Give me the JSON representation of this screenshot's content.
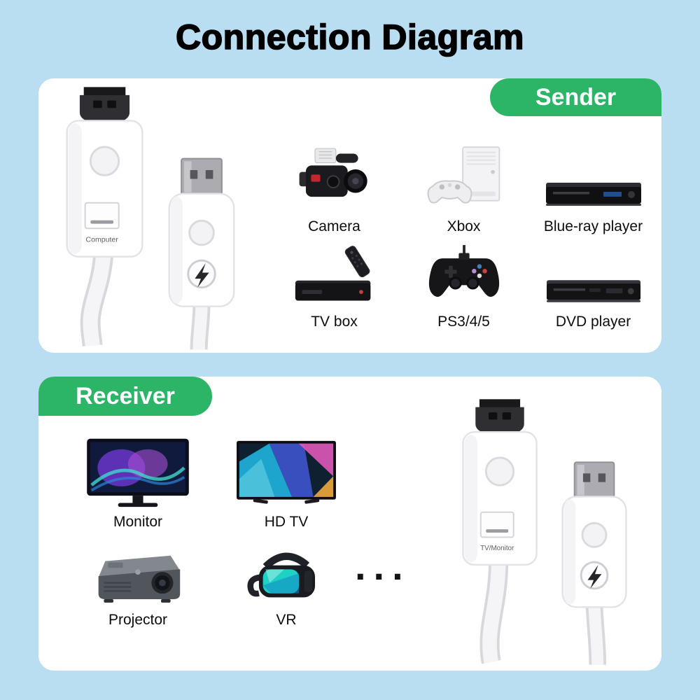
{
  "title": "Connection Diagram",
  "colors": {
    "background": "#b9def2",
    "card": "#ffffff",
    "accent_green": "#2cb567"
  },
  "sender": {
    "badge": "Sender",
    "dongle_label": "Computer",
    "dongle_icon": "hdmi-transmitter-dongle",
    "usb_icon": "usb-power-plug",
    "usb_badge_icon": "lightning-bolt",
    "devices": [
      {
        "label": "Camera",
        "icon": "camera-icon"
      },
      {
        "label": "Xbox",
        "icon": "xbox-console-icon"
      },
      {
        "label": "Blue-ray player",
        "icon": "blu-ray-player-icon"
      },
      {
        "label": "TV box",
        "icon": "tv-box-icon"
      },
      {
        "label": "PS3/4/5",
        "icon": "game-controller-icon"
      },
      {
        "label": "DVD player",
        "icon": "dvd-player-icon"
      }
    ]
  },
  "receiver": {
    "badge": "Receiver",
    "dongle_label": "TV/Monitor",
    "dongle_icon": "hdmi-receiver-dongle",
    "usb_icon": "usb-power-plug",
    "ellipsis": "...",
    "devices": [
      {
        "label": "Monitor",
        "icon": "monitor-icon"
      },
      {
        "label": "HD TV",
        "icon": "hd-tv-icon"
      },
      {
        "label": "Projector",
        "icon": "projector-icon"
      },
      {
        "label": "VR",
        "icon": "vr-headset-icon"
      }
    ]
  }
}
